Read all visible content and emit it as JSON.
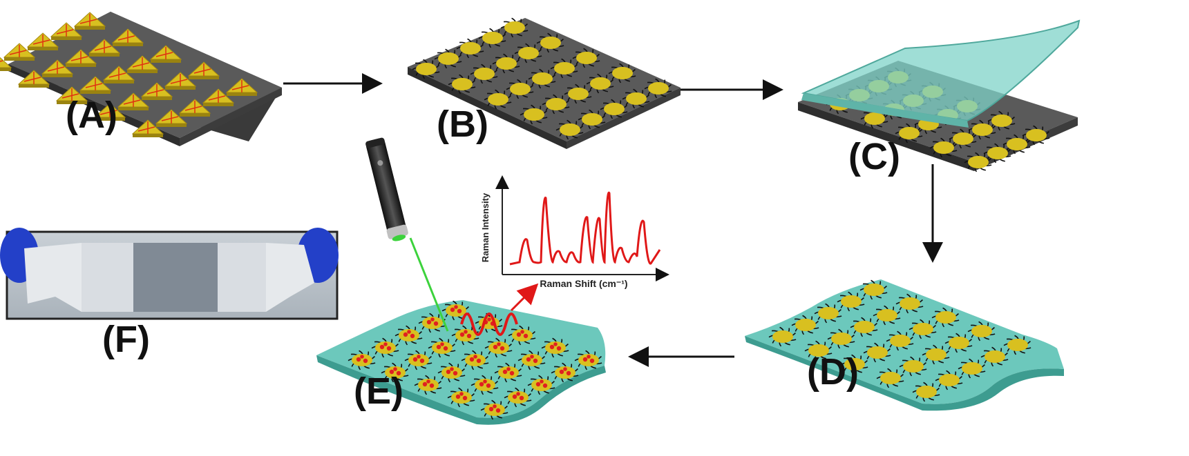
{
  "panels": [
    {
      "id": "A",
      "label": "(A)"
    },
    {
      "id": "B",
      "label": "(B)"
    },
    {
      "id": "C",
      "label": "(C)"
    },
    {
      "id": "D",
      "label": "(D)"
    },
    {
      "id": "E",
      "label": "(E)"
    },
    {
      "id": "F",
      "label": "(F)"
    }
  ],
  "spectrum": {
    "ylabel": "Raman Intensity",
    "xlabel": "Raman Shift (cm⁻¹)",
    "line_color": "#e01818"
  },
  "colors": {
    "substrate": "#4a4a4a",
    "gold": "#d8c020",
    "film": "#5ec6b8",
    "laser": "#3cd23c",
    "hotspot": "#e02020"
  }
}
